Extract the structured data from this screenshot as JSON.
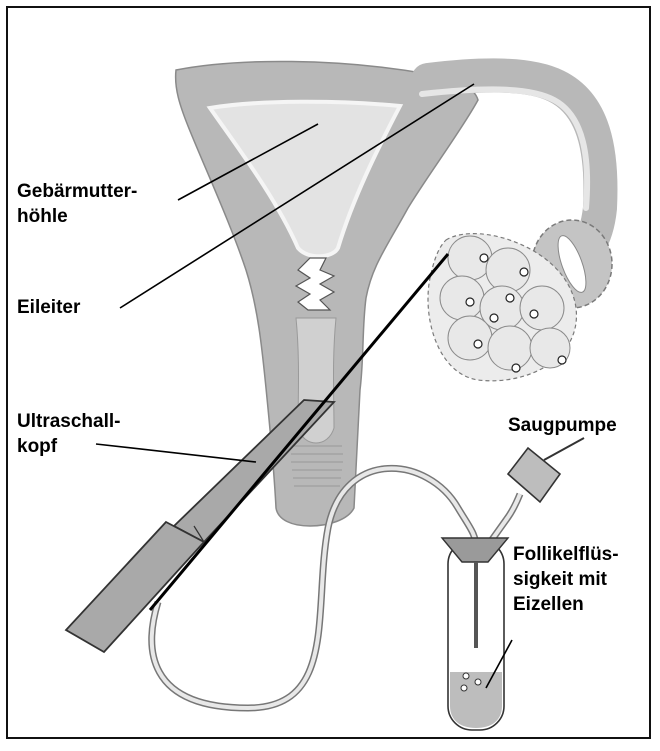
{
  "labels": {
    "uterine_cavity_line1": "Gebärmutter-",
    "uterine_cavity_line2": "höhle",
    "fallopian_tube": "Eileiter",
    "ultrasound_line1": "Ultraschall-",
    "ultrasound_line2": "kopf",
    "suction_pump": "Saugpumpe",
    "fluid_line1": "Follikelflüs-",
    "fluid_line2": "sigkeit mit",
    "fluid_line3": "Eizellen"
  },
  "colors": {
    "tissue": "#b8b8b8",
    "cavity": "#e3e3e3",
    "probe": "#a9a9a9",
    "outline": "#444444"
  }
}
